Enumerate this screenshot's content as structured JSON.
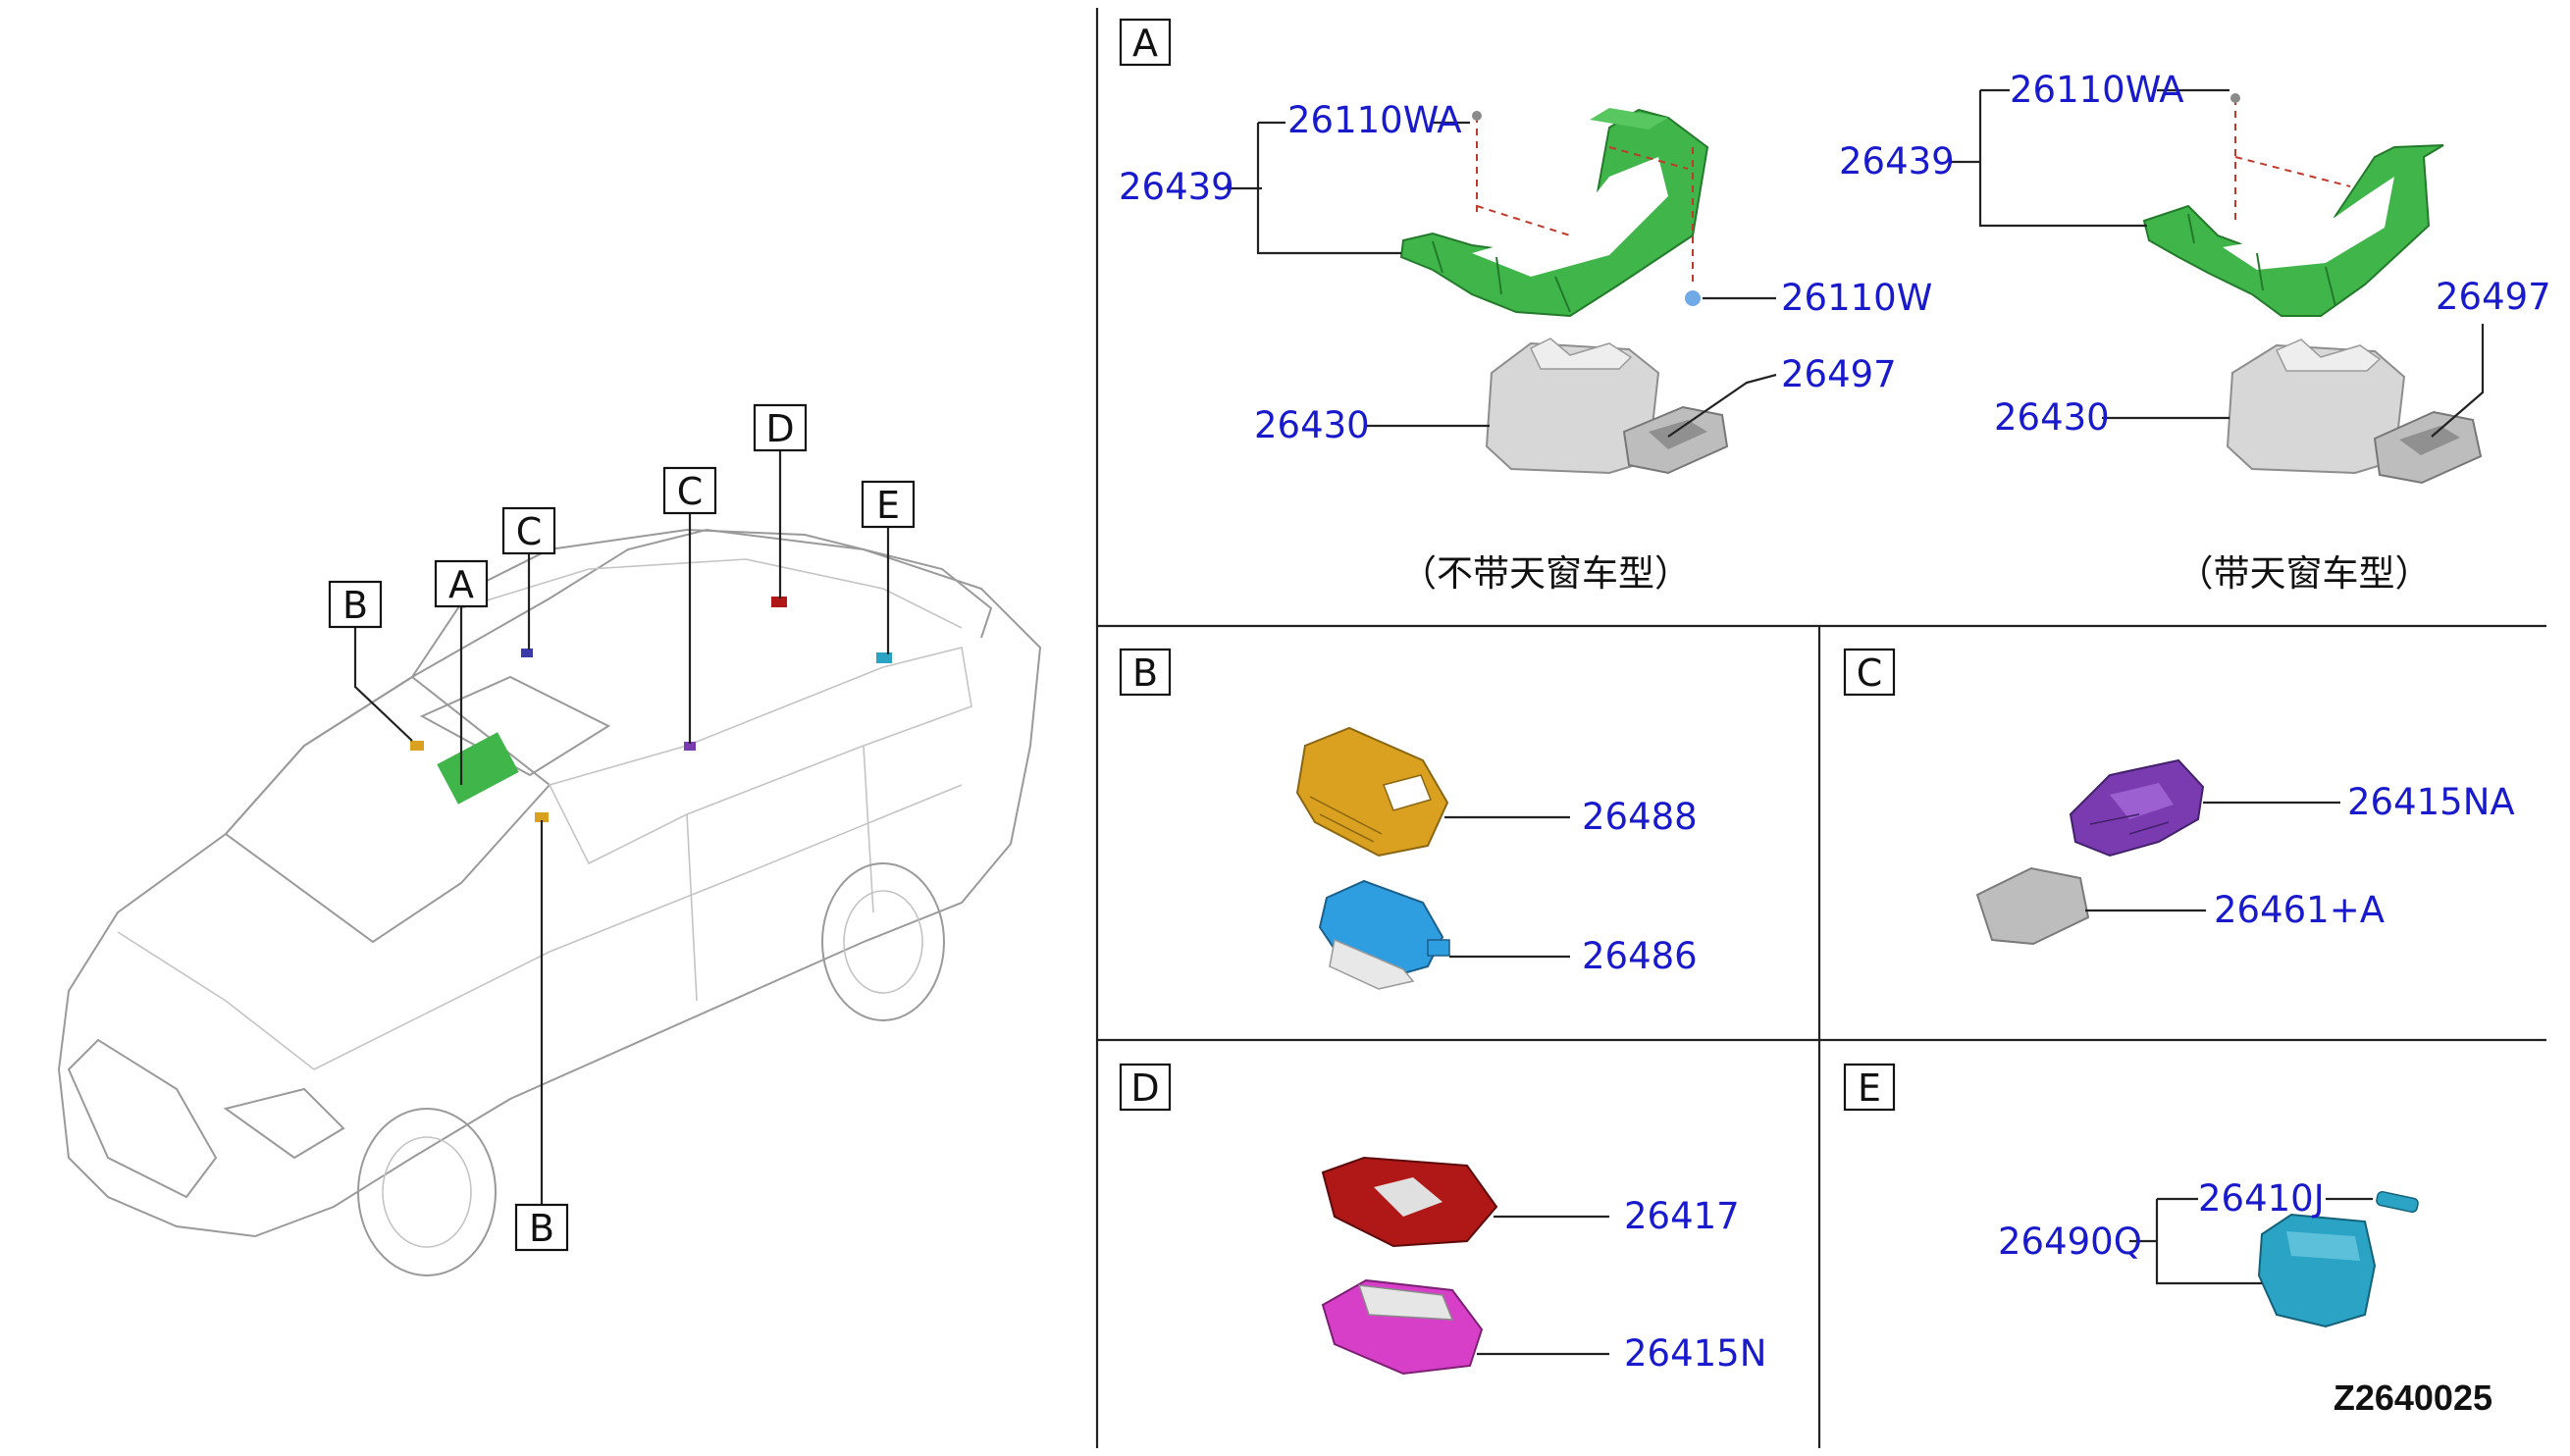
{
  "diagram_code": "Z2640025",
  "car_callouts": [
    {
      "id": "car-callout-b-front",
      "label": "B"
    },
    {
      "id": "car-callout-a",
      "label": "A"
    },
    {
      "id": "car-callout-c-front",
      "label": "C"
    },
    {
      "id": "car-callout-c-mid",
      "label": "C"
    },
    {
      "id": "car-callout-d",
      "label": "D"
    },
    {
      "id": "car-callout-e",
      "label": "E"
    },
    {
      "id": "car-callout-b-bottom",
      "label": "B"
    }
  ],
  "panels": {
    "A": {
      "label": "A",
      "left_group": {
        "note": "（不带天窗车型）",
        "parts": [
          "26110WA",
          "26439",
          "26110W",
          "26497",
          "26430"
        ]
      },
      "right_group": {
        "note": "（带天窗车型）",
        "parts": [
          "26110WA",
          "26439",
          "26497",
          "26430"
        ]
      }
    },
    "B": {
      "label": "B",
      "parts": [
        "26488",
        "26486"
      ]
    },
    "C": {
      "label": "C",
      "parts": [
        "26415NA",
        "26461+A"
      ]
    },
    "D": {
      "label": "D",
      "parts": [
        "26417",
        "26415N"
      ]
    },
    "E": {
      "label": "E",
      "parts": [
        "26410J",
        "26490Q"
      ]
    }
  },
  "colors": {
    "label_text": "#1a1acd",
    "bracket_green": "#3fb54a",
    "lamp_orange": "#d9a11f",
    "lamp_blue": "#2f9ee0",
    "lamp_purple": "#7a3bb0",
    "lamp_red": "#b01818",
    "lamp_magenta": "#d83fc9",
    "lamp_teal": "#2aa3c4",
    "lamp_gray": "#bdbdbd"
  }
}
